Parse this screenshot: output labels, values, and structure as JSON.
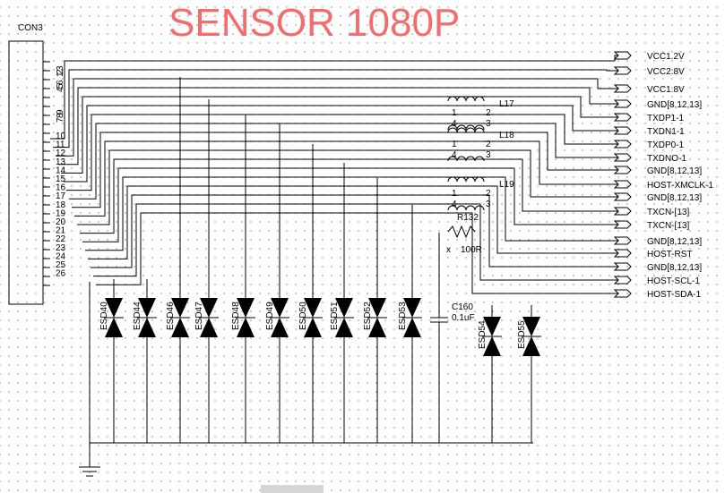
{
  "title": "SENSOR  1080P",
  "connector": {
    "ref": "CON3",
    "pins": [
      "1",
      "2",
      "3",
      "4",
      "5",
      "6",
      "7",
      "8",
      "9",
      "10",
      "11",
      "12",
      "13",
      "14",
      "15",
      "16",
      "17",
      "18",
      "19",
      "20",
      "21",
      "22",
      "23",
      "24",
      "25",
      "26"
    ]
  },
  "nets": [
    "VCC1.2V",
    "VCC2.8V",
    "VCC1.8V",
    "GND[8,12,13]",
    "TXDP1-1",
    "TXDN1-1",
    "TXDP0-1",
    "TXDNO-1",
    "GND[8,12,13]",
    "HOST-XMCLK-1",
    "GND[8,12,13]",
    "TXCN-[13]",
    "TXCN-[13]",
    "GND[8,12,13]",
    "HOST-RST",
    "GND[8,12,13]",
    "HOST-SCL-1",
    "HOST-SDA-1"
  ],
  "inductors": [
    {
      "ref": "L17",
      "pins": [
        "1",
        "4",
        "2",
        "3"
      ]
    },
    {
      "ref": "L18",
      "pins": [
        "1",
        "4",
        "2",
        "3"
      ]
    },
    {
      "ref": "L19",
      "pins": [
        "1",
        "4",
        "2",
        "3"
      ]
    }
  ],
  "resistor": {
    "ref": "R132",
    "value": "100R",
    "mark": "x"
  },
  "capacitor": {
    "ref": "C160",
    "value": "0.1uF"
  },
  "esd": [
    "ESD40",
    "ESD44",
    "ESD46",
    "ESD47",
    "ESD48",
    "ESD49",
    "ESD50",
    "ESD51",
    "ESD52",
    "ESD53",
    "ESD54",
    "ESD55"
  ],
  "colors": {
    "title": "#f26d6d",
    "wire": "#000000",
    "grid": "#b9b9b9"
  }
}
